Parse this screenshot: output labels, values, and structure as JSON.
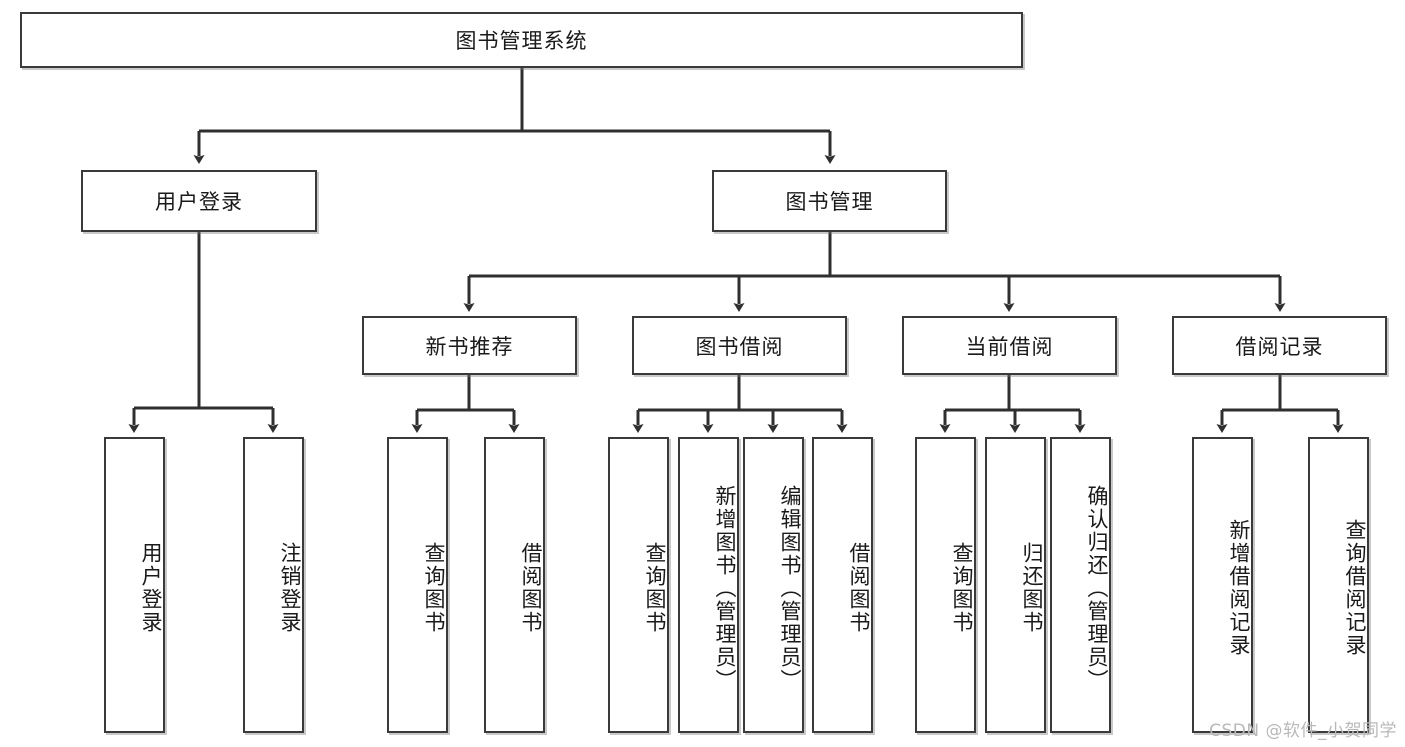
{
  "diagram": {
    "type": "tree-hierarchy",
    "title": "图书管理系统",
    "root": {
      "label": "图书管理系统"
    },
    "level2": [
      {
        "label": "用户登录"
      },
      {
        "label": "图书管理"
      }
    ],
    "level3": [
      {
        "label": "新书推荐"
      },
      {
        "label": "图书借阅"
      },
      {
        "label": "当前借阅"
      },
      {
        "label": "借阅记录"
      }
    ],
    "leaves": {
      "user_login": [
        {
          "label": "用户登录"
        },
        {
          "label": "注销登录"
        }
      ],
      "new_book_recommend": [
        {
          "label": "查询图书"
        },
        {
          "label": "借阅图书"
        }
      ],
      "book_borrow": [
        {
          "label": "查询图书"
        },
        {
          "label": "新增图书（管理员）"
        },
        {
          "label": "编辑图书（管理员）"
        },
        {
          "label": "借阅图书"
        }
      ],
      "current_borrow": [
        {
          "label": "查询图书"
        },
        {
          "label": "归还图书"
        },
        {
          "label": "确认归还（管理员）"
        }
      ],
      "borrow_record": [
        {
          "label": "新增借阅记录"
        },
        {
          "label": "查询借阅记录"
        }
      ]
    },
    "colors": {
      "box_border": "#3a3a3a",
      "box_fill": "#ffffff",
      "connector": "#2f2f2f",
      "text": "#1a1a1a",
      "watermark": "#b9b9b9"
    }
  },
  "watermark": {
    "text": "CSDN @软件_小贺同学"
  }
}
